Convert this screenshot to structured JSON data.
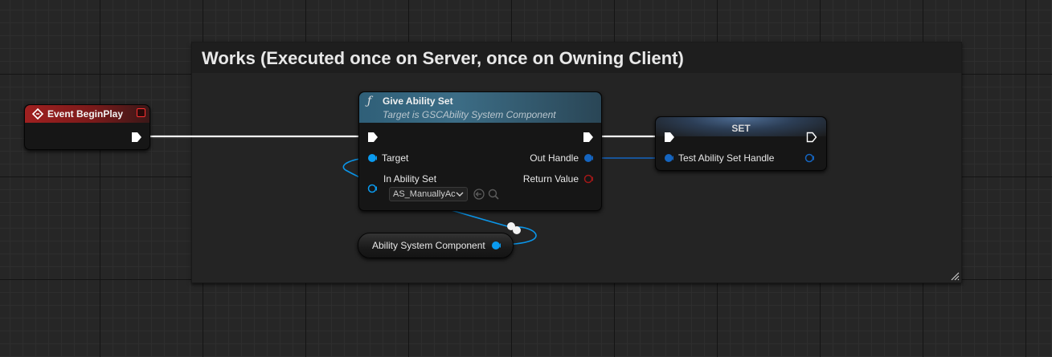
{
  "comment": {
    "title": "Works (Executed once on Server, once on Owning Client)"
  },
  "event_node": {
    "title": "Event BeginPlay"
  },
  "give_node": {
    "title": "Give Ability Set",
    "subtitle": "Target is GSCAbility System Component",
    "function_icon": "ƒ",
    "pins": {
      "target": "Target",
      "in_ability_set": "In Ability Set",
      "out_handle": "Out Handle",
      "return_value": "Return Value"
    },
    "ability_set_value": "AS_ManuallyAc",
    "buttons": [
      "use-selected-icon",
      "browse-icon"
    ]
  },
  "set_node": {
    "title": "SET",
    "pin_label": "Test Ability Set Handle"
  },
  "asc_node": {
    "label": "Ability System Component"
  },
  "colors": {
    "exec": "#ffffff",
    "object_pin": "#0a9bf0",
    "struct_pin": "#1565c0",
    "return_pin": "#a11818",
    "event_header": "#a02020",
    "function_header": "#3c6d86"
  }
}
